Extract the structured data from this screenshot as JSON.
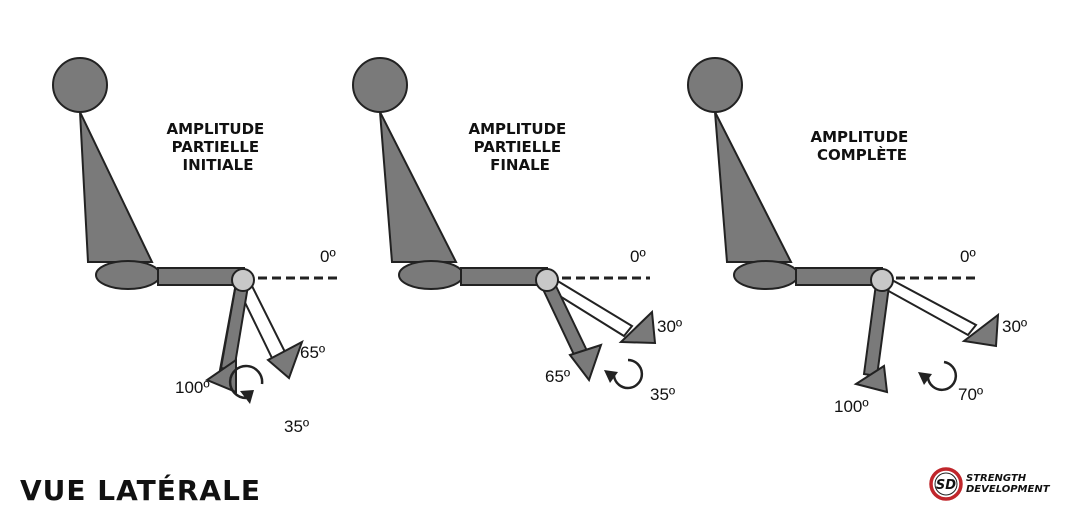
{
  "colors": {
    "body": "#7a7a7a",
    "outline": "#222222",
    "joint": "#c8c8c8",
    "limb_light": "#ffffff",
    "logo_red": "#c0262b"
  },
  "panels": [
    {
      "title_lines": [
        "AMPLITUDE",
        "PARTIELLE",
        "INITIALE"
      ],
      "labels": {
        "ref": "0º",
        "end": "65º",
        "start": "100º",
        "range": "35º"
      }
    },
    {
      "title_lines": [
        "AMPLITUDE",
        "PARTIELLE",
        "FINALE"
      ],
      "labels": {
        "ref": "0º",
        "end": "30º",
        "start": "65º",
        "range": "35º"
      }
    },
    {
      "title_lines": [
        "AMPLITUDE",
        "COMPLÈTE"
      ],
      "labels": {
        "ref": "0º",
        "end": "30º",
        "start": "100º",
        "range": "70º"
      }
    }
  ],
  "footer": {
    "title": "VUE LATÉRALE"
  },
  "logo": {
    "initials": "SD",
    "line1": "STRENGTH",
    "line2": "DEVELOPMENT"
  }
}
